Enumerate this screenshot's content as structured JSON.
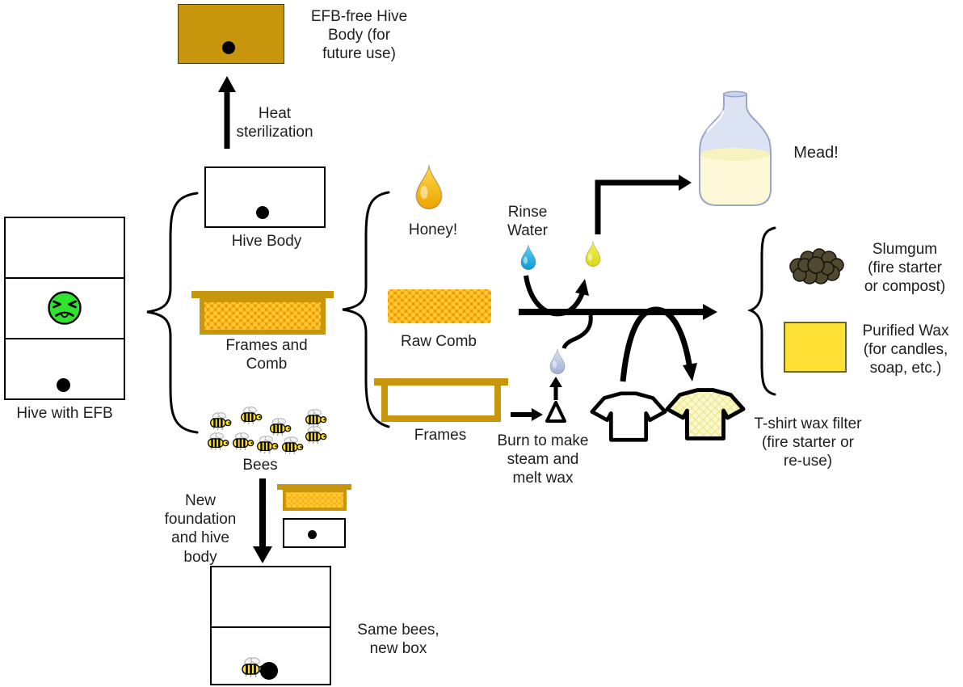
{
  "labels": {
    "efb_free_hive_body": "EFB-free Hive\nBody (for\nfuture use)",
    "heat_sterilization": "Heat\nsterilization",
    "hive_body": "Hive Body",
    "frames_and_comb": "Frames and\nComb",
    "hive_with_efb": "Hive with EFB",
    "bees": "Bees",
    "honey": "Honey!",
    "raw_comb": "Raw Comb",
    "frames": "Frames",
    "rinse_water": "Rinse\nWater",
    "mead": "Mead!",
    "burn_steam": "Burn to make\nsteam and\nmelt wax",
    "slumgum": "Slumgum\n(fire starter\nor compost)",
    "purified_wax": "Purified Wax\n(for candles,\nsoap, etc.)",
    "tshirt_filter": "T-shirt wax filter\n(fire starter or\nre-use)",
    "new_foundation": "New\nfoundation\nand hive body",
    "same_bees": "Same bees,\nnew box"
  },
  "colors": {
    "hive_gold": "#C8960C",
    "comb_orange": "#F29A0D",
    "comb_cell": "#FFC92F",
    "wax_yellow": "#FFE135",
    "slumgum_brown": "#4F4930",
    "sick_green": "#2FE32F",
    "bee_yellow": "#FFE01A",
    "water_blue": "#2BB9EA",
    "honey_gold": "#FFC814",
    "honey_water_yellow": "#EDEB2A",
    "steam_gray": "#C3CFE9",
    "mead_glass": "#DCE4F4",
    "mead_liquid": "#FCF8D8"
  }
}
